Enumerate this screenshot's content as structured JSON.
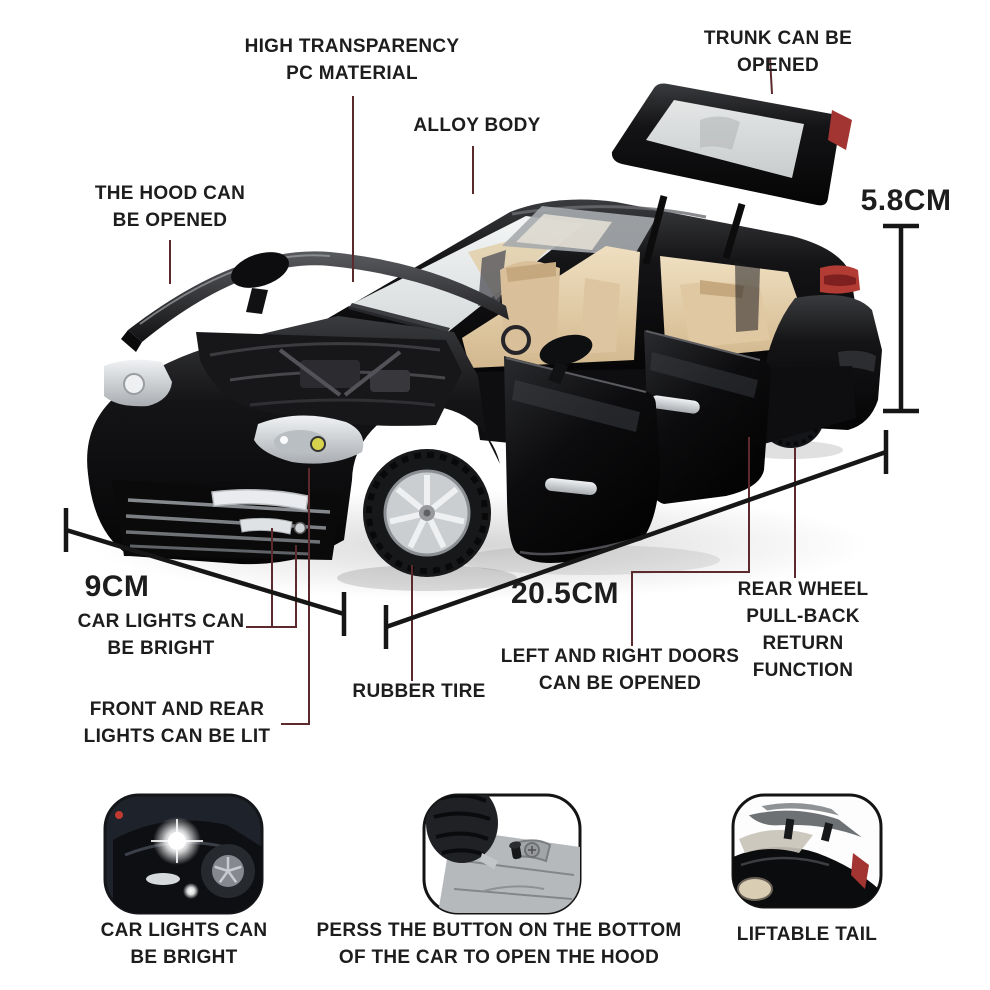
{
  "page": {
    "background": "#ffffff"
  },
  "colors": {
    "text": "#1d1d1d",
    "callout_line": "#5c2a2c",
    "dimension_line": "#161616",
    "car_body": "#0d0d0f",
    "interior_beige": "#e6d2ac",
    "taillight_red": "#b03a33",
    "wheel_rim_silver": "#caced1"
  },
  "callouts": {
    "pc_material": "HIGH TRANSPARENCY\nPC MATERIAL",
    "trunk": "TRUNK CAN BE OPENED",
    "alloy_body": "ALLOY BODY",
    "hood": "THE HOOD CAN\nBE OPENED",
    "car_lights": "CAR LIGHTS CAN\nBE BRIGHT",
    "front_rear_lights": "FRONT AND REAR\nLIGHTS CAN BE LIT",
    "rubber_tire": "RUBBER TIRE",
    "doors": "LEFT AND RIGHT DOORS\nCAN BE OPENED",
    "rear_wheel": "REAR WHEEL PULL-BACK\nRETURN FUNCTION"
  },
  "dimensions": {
    "height": "5.8CM",
    "front_width": "9CM",
    "length": "20.5CM"
  },
  "thumbnails": [
    {
      "icon": "headlights-lit-photo",
      "caption": "CAR LIGHTS CAN\nBE BRIGHT"
    },
    {
      "icon": "chassis-button-photo",
      "caption": "PERSS THE BUTTON ON THE BOTTOM\nOF THE CAR TO OPEN THE HOOD"
    },
    {
      "icon": "liftable-spoiler-photo",
      "caption": "LIFTABLE TAIL"
    }
  ]
}
